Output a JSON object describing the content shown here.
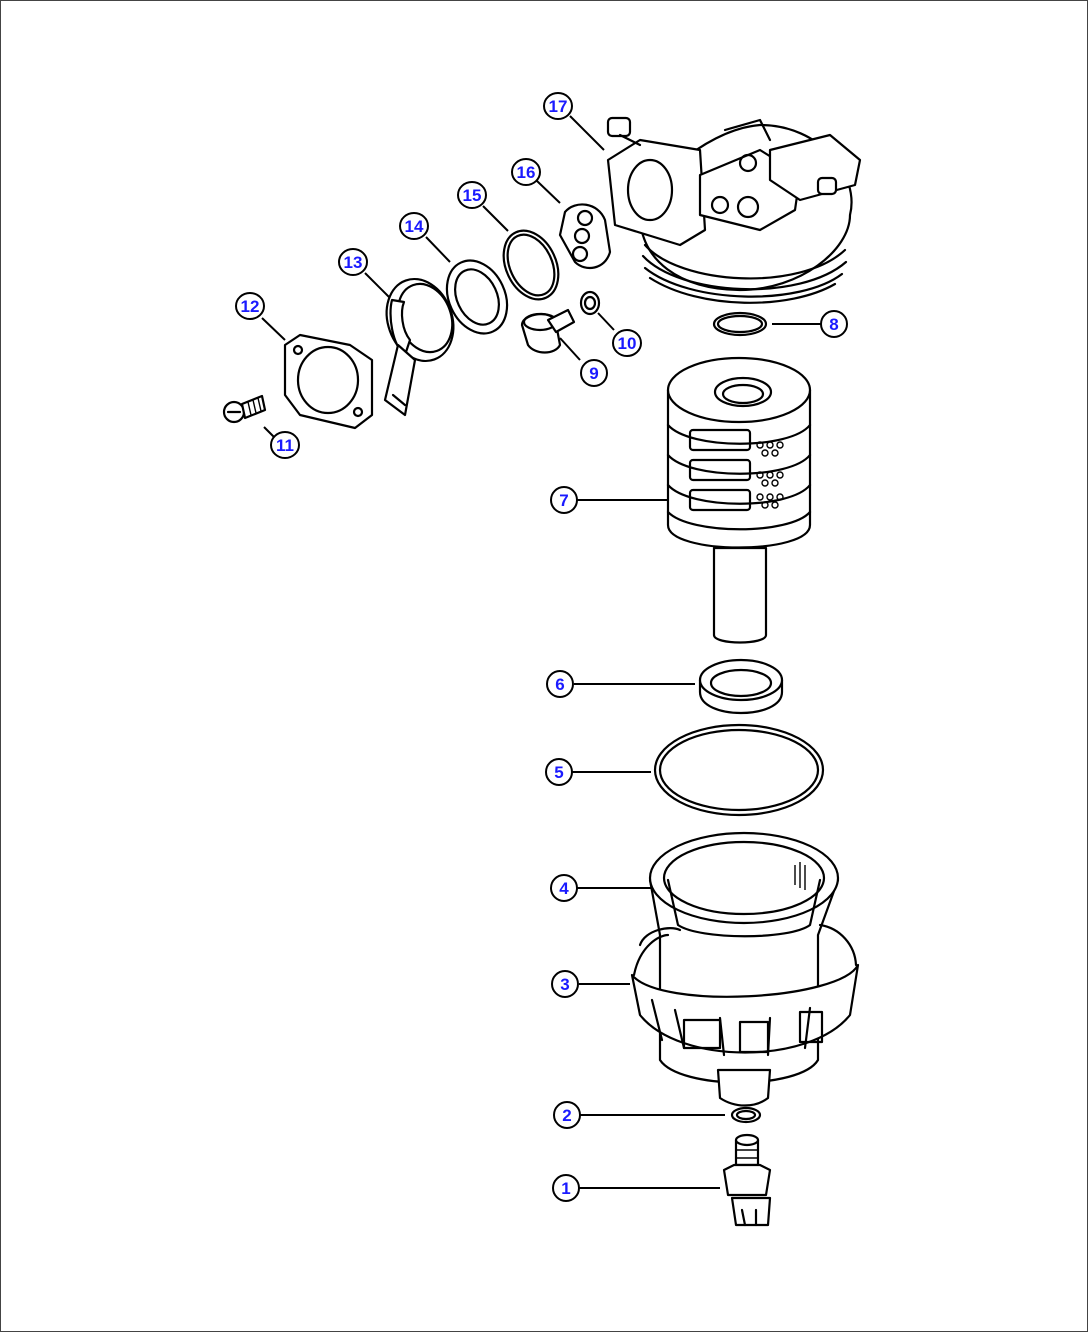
{
  "diagram": {
    "callouts": [
      "1",
      "2",
      "3",
      "4",
      "5",
      "6",
      "7",
      "8",
      "9",
      "10",
      "11",
      "12",
      "13",
      "14",
      "15",
      "16",
      "17"
    ],
    "label_color": "#1a1aff"
  }
}
